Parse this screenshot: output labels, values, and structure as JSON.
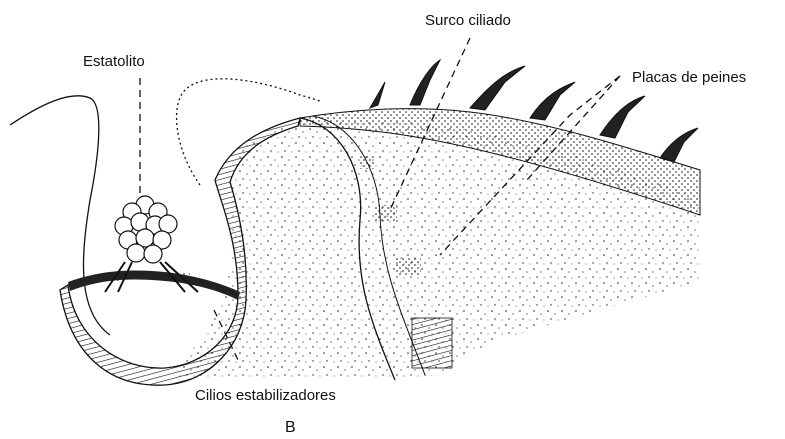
{
  "diagram": {
    "labels": {
      "statolith": "Estatolito",
      "ciliated_groove": "Surco ciliado",
      "comb_plates": "Placas de peines",
      "balancer_cilia": "Cilios estabilizadores"
    },
    "panel_letter": "B"
  }
}
